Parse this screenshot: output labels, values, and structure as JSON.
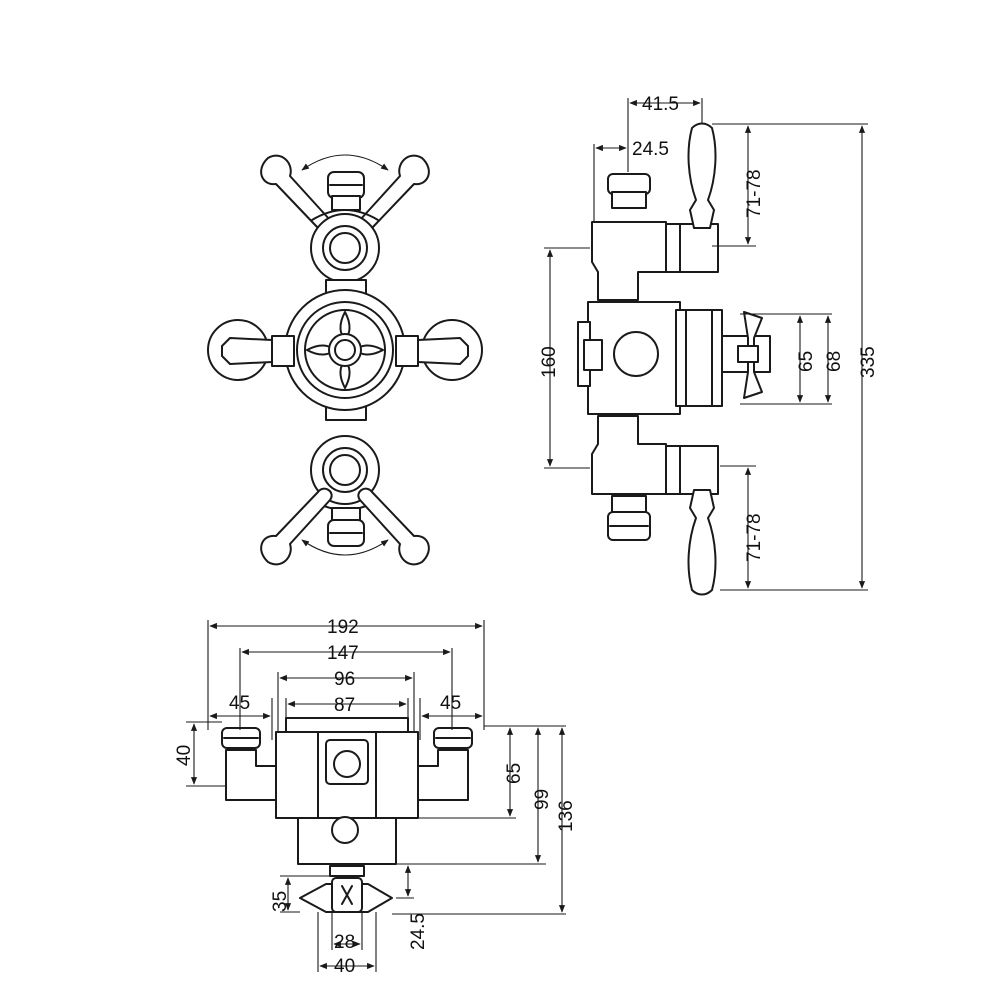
{
  "dimensions": {
    "side_top_width_outer": "41.5",
    "side_top_width_inner": "24.5",
    "side_top_handle_height": "71-78",
    "side_body_height": "160",
    "side_knob_height_inner": "65",
    "side_knob_height_outer": "68",
    "side_total_height": "335",
    "side_bottom_handle_height": "71-78",
    "plan_total_width": "192",
    "plan_inlet_centres": "147",
    "plan_plate_outer": "96",
    "plan_plate_inner": "87",
    "plan_left_offset": "45",
    "plan_right_offset": "45",
    "plan_inlet_height": "40",
    "plan_depth_65": "65",
    "plan_depth_99": "99",
    "plan_depth_136": "136",
    "plan_knob_depth": "35",
    "plan_knob_projection": "24.5",
    "plan_knob_inner_width": "28",
    "plan_knob_outer_width": "40"
  },
  "colors": {
    "line": "#1a1a1a",
    "background": "#ffffff"
  }
}
